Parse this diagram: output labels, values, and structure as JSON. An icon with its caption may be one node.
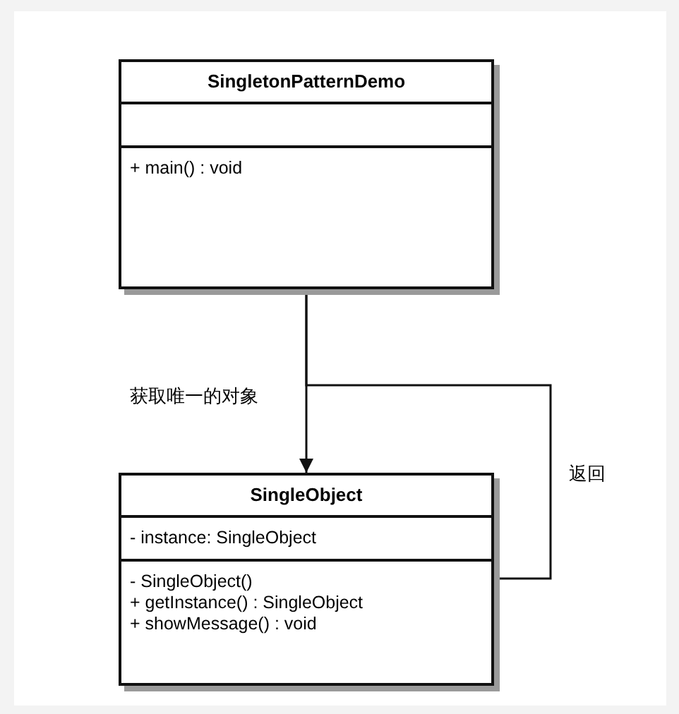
{
  "diagram": {
    "nodes": [
      {
        "text": [
          "SingletonPatternDemo",
          "+ main() : void"
        ]
      },
      {
        "text": [
          "SingleObject",
          "- instance: SingleObject",
          "- SingleObject()",
          "+ getInstance() : SingleObject",
          "+ showMessage() : void"
        ]
      }
    ],
    "edges": [
      {
        "from": 0,
        "to": 1,
        "arrow": "to",
        "label": "获取唯一的对象"
      },
      {
        "from": 1,
        "to": 0,
        "arrow": "none",
        "label": "返回"
      }
    ]
  }
}
